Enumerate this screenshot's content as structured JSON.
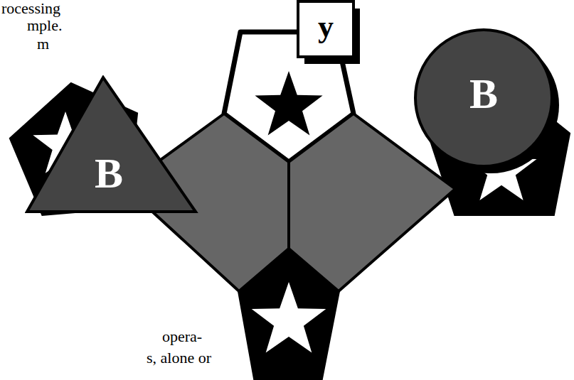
{
  "diagram": {
    "nodes": [
      {
        "text": [
          "y"
        ]
      },
      {
        "text": [
          "B"
        ]
      },
      {
        "text": [
          "B"
        ]
      }
    ],
    "labels": [
      "rocessing",
      "mple.",
      "m",
      "opera-",
      "s, alone or"
    ]
  }
}
